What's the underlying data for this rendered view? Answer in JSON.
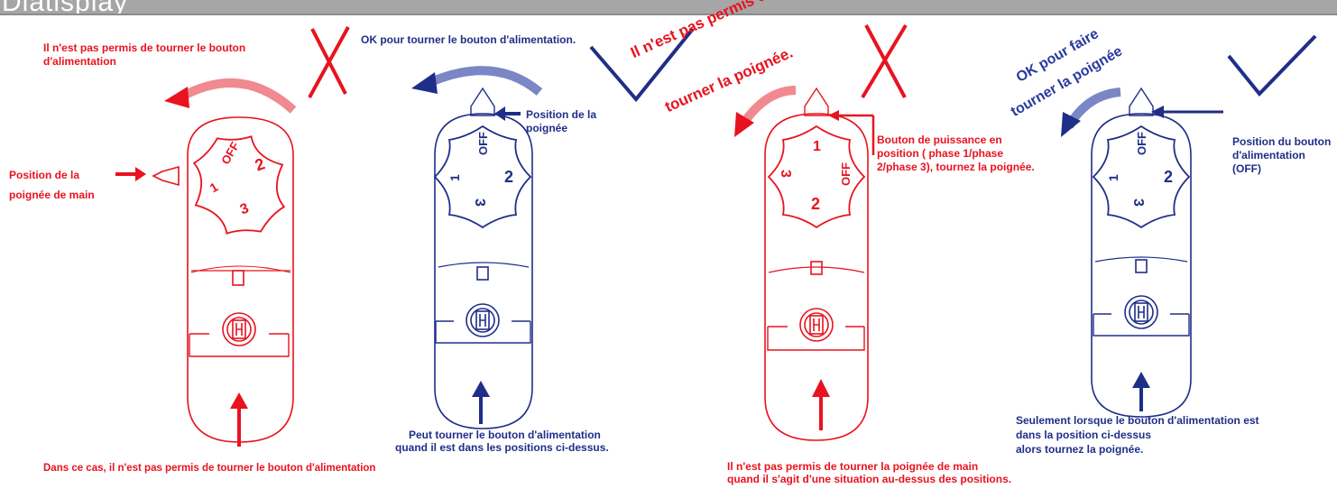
{
  "header": {
    "title": "Diatisplay"
  },
  "colors": {
    "red": "#e8131f",
    "red_light": "#f08a90",
    "blue": "#1f2e88",
    "blue_light": "#7b86c6"
  },
  "panel1": {
    "warning_title": "Il n'est pas permis de tourner le bouton d'alimentation",
    "side_label": "Position de la poignée de main",
    "bottom_caption": "Dans ce cas, il n'est pas permis de tourner le bouton d'alimentation",
    "knob": {
      "off": "OFF",
      "p1": "1",
      "p2": "2",
      "p3": "3"
    },
    "verdict_icon": "cross-mark"
  },
  "panel2": {
    "ok_title": "OK pour tourner le bouton d'alimentation.",
    "handle_label": "Position de la poignée",
    "bottom_caption_line1": "Peut tourner le bouton d'alimentation",
    "bottom_caption_line2": "quand il est dans les positions ci-dessus.",
    "knob": {
      "off": "OFF",
      "p1": "1",
      "p2": "2",
      "p3": "3"
    },
    "verdict_icon": "check-mark"
  },
  "panel3": {
    "warning_title_line1": "Il n'est pas permis de faire",
    "warning_title_line2": "tourner la poignée.",
    "side_label": "Bouton de puissance en position ( phase 1/phase 2/phase 3), tournez la poignée.",
    "bottom_caption_line1": "Il n'est pas permis de tourner la poignée de main",
    "bottom_caption_line2": "quand il s'agit d'une situation au-dessus des positions.",
    "knob": {
      "off": "OFF",
      "p1": "1",
      "p2": "2",
      "p3": "3"
    },
    "verdict_icon": "cross-mark"
  },
  "panel4": {
    "ok_title_line1": "OK pour faire",
    "ok_title_line2": "tourner la poignée",
    "side_label": "Position du bouton d'alimentation (OFF)",
    "bottom_caption_line1": "Seulement lorsque le bouton d'alimentation est",
    "bottom_caption_line2": "dans la position ci-dessus",
    "bottom_caption_line3": "alors tournez la poignée.",
    "knob": {
      "off": "OFF",
      "p1": "1",
      "p2": "2",
      "p3": "3"
    },
    "verdict_icon": "check-mark"
  }
}
